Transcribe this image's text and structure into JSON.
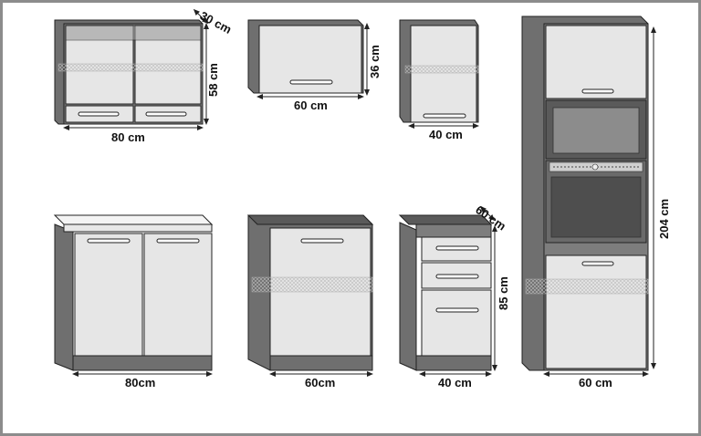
{
  "colors": {
    "frame": "#8c8c8c",
    "body": "#7d7d7d",
    "body_dark": "#5f5f5f",
    "front": "#e6e6e6",
    "top": "#f4f4f4",
    "plinth": "#6f6f6f",
    "handle": "#ffffff",
    "line": "#222222"
  },
  "units": {
    "upper_wide": {
      "width": "80 cm",
      "height": "58 cm",
      "depth": "30 cm"
    },
    "upper_flap": {
      "width": "60 cm",
      "height": "36 cm"
    },
    "upper_narrow": {
      "width": "40 cm"
    },
    "tall_oven": {
      "width": "60 cm",
      "height": "204 cm"
    },
    "base_wide": {
      "width": "80cm"
    },
    "base_single": {
      "width": "60cm"
    },
    "base_drawers": {
      "width": "40 cm",
      "height": "85 cm",
      "depth": "60 cm"
    }
  }
}
